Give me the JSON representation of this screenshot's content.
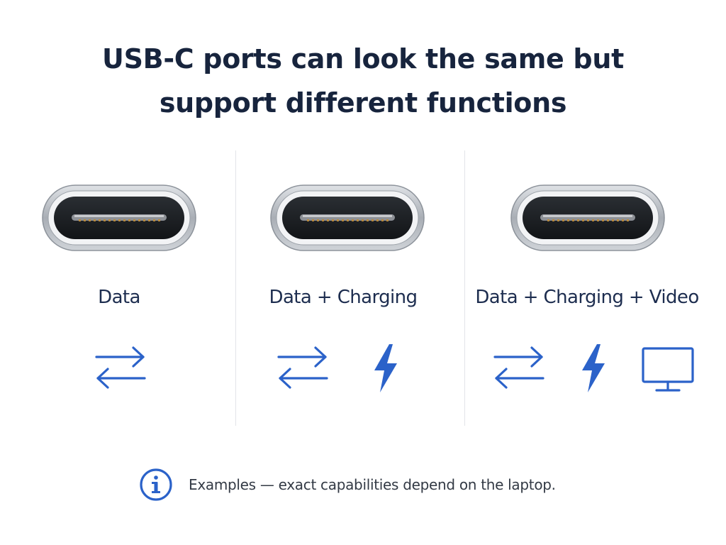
{
  "title": {
    "line1": "USB-C ports can look the same but",
    "line2": "support different functions"
  },
  "columns": [
    {
      "label": "Data",
      "icons": [
        "data-transfer-icon"
      ]
    },
    {
      "label": "Data + Charging",
      "icons": [
        "data-transfer-icon",
        "lightning-bolt-icon"
      ]
    },
    {
      "label": "Data + Charging + Video",
      "icons": [
        "data-transfer-icon",
        "lightning-bolt-icon",
        "monitor-icon"
      ]
    }
  ],
  "footer": {
    "icon": "info-icon",
    "text": "Examples — exact capabilities depend on the laptop."
  },
  "colors": {
    "accent": "#2b62c9",
    "title": "#17243d",
    "port_shell": "#b8bcc2",
    "port_inner": "#1a1d21"
  }
}
